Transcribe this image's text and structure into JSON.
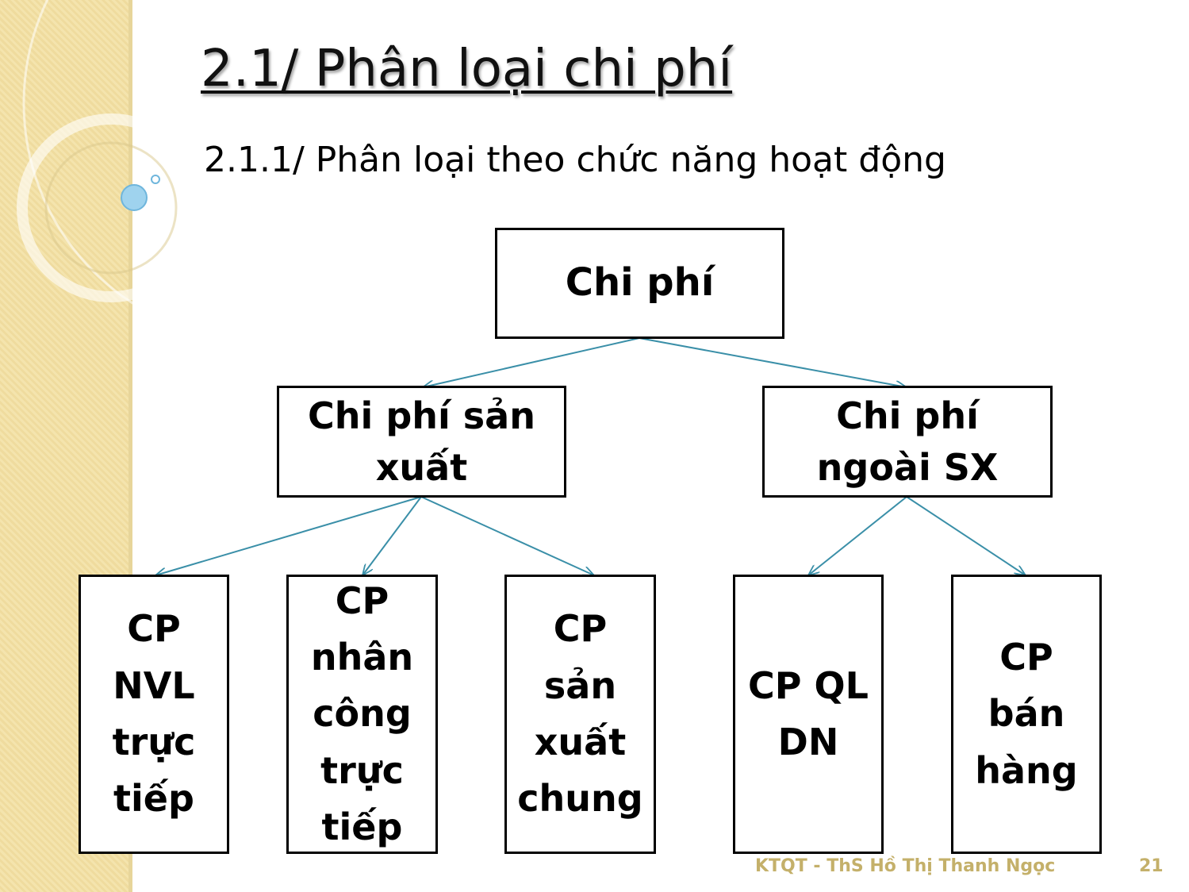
{
  "title": "2.1/ Phân loại chi phí",
  "subtitle": "2.1.1/ Phân loại theo chức năng hoạt động",
  "diagram": {
    "root": "Chi phí",
    "level1": [
      "Chi phí sản xuất",
      "Chi phí ngoài SX"
    ],
    "level2": [
      "CP NVL trực tiếp",
      "CP nhân công trực tiếp",
      "CP sản xuất chung",
      "CP QLDN",
      "CP bán hàng"
    ]
  },
  "footer": {
    "text": "KTQT - ThS Hồ Thị Thanh Ngọc",
    "page": "21"
  },
  "colors": {
    "connector": "#3a8fa8",
    "sidebar": "#f2e2aa",
    "footer": "#c4b06a"
  }
}
